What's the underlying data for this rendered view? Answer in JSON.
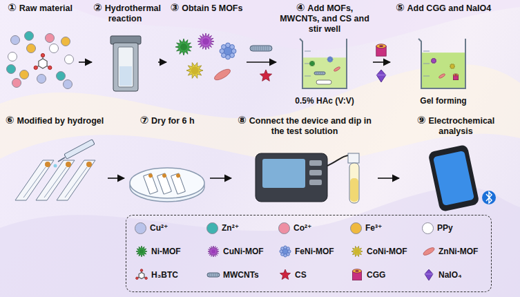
{
  "diagram": {
    "nodes": [
      {
        "text": [
          "①",
          "Raw material"
        ]
      },
      {
        "text": [
          "②",
          "Hydrothermal reaction"
        ]
      },
      {
        "text": [
          "③",
          "Obtain 5 MOFs"
        ]
      },
      {
        "text": [
          "④",
          "Add MOFs, MWCNTs, and CS and stir well",
          "0.5% HAc (V:V)"
        ]
      },
      {
        "text": [
          "⑤",
          "Add CGG and NaIO4",
          "Gel forming"
        ]
      },
      {
        "text": [
          "⑥",
          "Modified by hydrogel"
        ]
      },
      {
        "text": [
          "⑦",
          "Dry for 6 h"
        ]
      },
      {
        "text": [
          "⑧",
          "Connect the device and dip in the test solution"
        ]
      },
      {
        "text": [
          "⑨",
          "Electrochemical analysis"
        ]
      }
    ],
    "edges": [
      {
        "from": 0,
        "to": 1,
        "arrow": "to"
      },
      {
        "from": 1,
        "to": 2,
        "arrow": "to"
      },
      {
        "from": 2,
        "to": 3,
        "arrow": "to"
      },
      {
        "from": 3,
        "to": 4,
        "arrow": "to"
      },
      {
        "from": 5,
        "to": 6,
        "arrow": "to"
      },
      {
        "from": 6,
        "to": 7,
        "arrow": "to"
      },
      {
        "from": 7,
        "to": 8,
        "arrow": "to"
      }
    ],
    "legend": [
      {
        "text": "Cu²⁺",
        "color": "#b9c3ea"
      },
      {
        "text": "Zn²⁺",
        "color": "#3fb3b0"
      },
      {
        "text": "Co²⁺",
        "color": "#ee8fa3"
      },
      {
        "text": "Fe³⁺",
        "color": "#efb93f"
      },
      {
        "text": "PPy",
        "color": "#ffffff"
      },
      {
        "text": "Ni-MOF"
      },
      {
        "text": "CuNi-MOF"
      },
      {
        "text": "FeNi-MOF"
      },
      {
        "text": "CoNi-MOF"
      },
      {
        "text": "ZnNi-MOF"
      },
      {
        "text": "H₃BTC"
      },
      {
        "text": "MWCNTs"
      },
      {
        "text": "CS"
      },
      {
        "text": "CGG"
      },
      {
        "text": "NaIO₄"
      }
    ]
  }
}
